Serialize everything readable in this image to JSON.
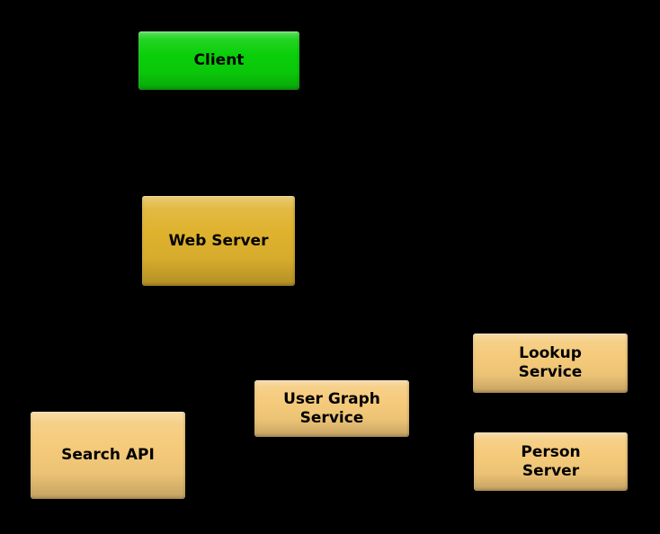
{
  "diagram": {
    "title": "service-architecture-diagram",
    "background_color": "#000000",
    "text_color": "#000000",
    "node_colors": {
      "client_green": "#0ACF0A",
      "web_server_gold": "#DFB22E",
      "service_tan": "#F5CA7A"
    },
    "nodes": [
      {
        "id": "client",
        "label": "Client",
        "fill": "#0ACF0A"
      },
      {
        "id": "web-server",
        "label": "Web Server",
        "fill": "#DFB22E"
      },
      {
        "id": "search-api",
        "label": "Search API",
        "fill": "#F5CA7A"
      },
      {
        "id": "user-graph-service",
        "label": "User Graph\nService",
        "fill": "#F5CA7A"
      },
      {
        "id": "lookup-service",
        "label": "Lookup\nService",
        "fill": "#F5CA7A"
      },
      {
        "id": "person-server",
        "label": "Person\nServer",
        "fill": "#F5CA7A"
      }
    ]
  }
}
